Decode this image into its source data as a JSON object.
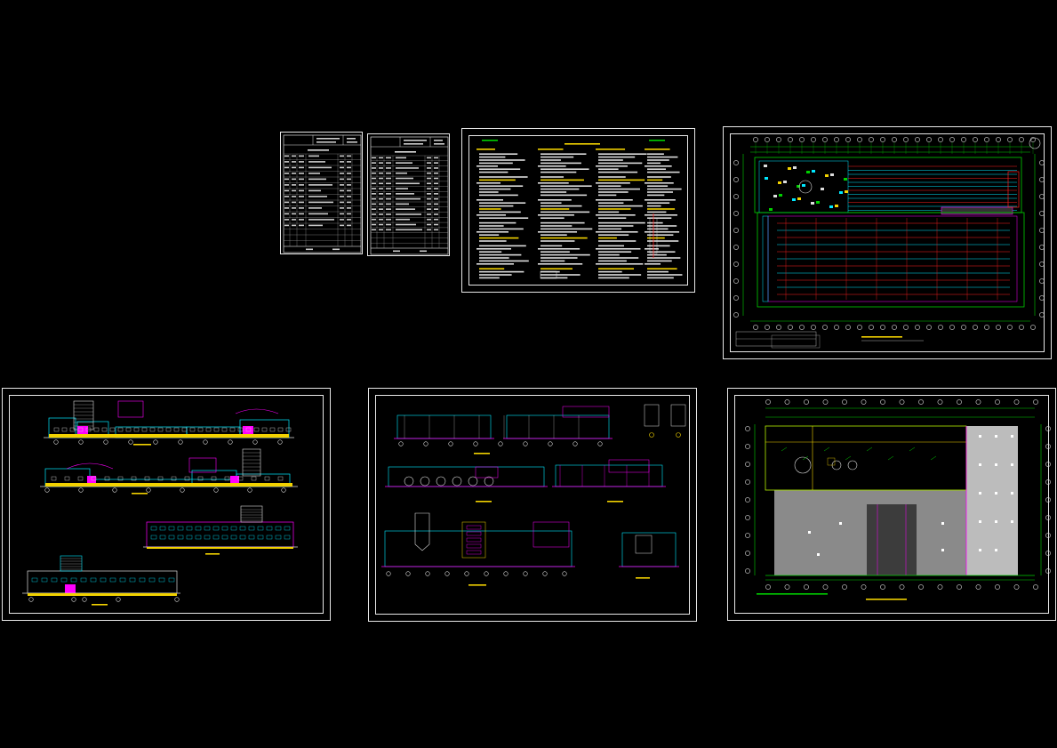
{
  "colors": {
    "background": "#000000",
    "frame": "#e8e8e8",
    "green": "#00d000",
    "cyan": "#00e8ff",
    "magenta": "#ff00ff",
    "yellow": "#f2d200",
    "red": "#ff2020",
    "gray": "#8a8a8a"
  },
  "sheets": [
    {
      "id": "drawing-index-1",
      "kind": "table"
    },
    {
      "id": "drawing-index-2",
      "kind": "table"
    },
    {
      "id": "design-notes",
      "kind": "notes"
    },
    {
      "id": "floor-plan",
      "kind": "plan"
    },
    {
      "id": "elevations",
      "kind": "elevations"
    },
    {
      "id": "sections",
      "kind": "sections"
    },
    {
      "id": "roof-plan",
      "kind": "plan"
    }
  ]
}
